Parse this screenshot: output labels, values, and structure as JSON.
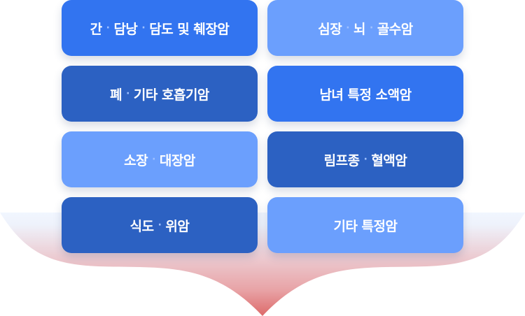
{
  "cards": [
    {
      "parts": [
        "간",
        "담낭",
        "담도 및 췌장암"
      ],
      "tone": "c-mid"
    },
    {
      "parts": [
        "심장",
        "뇌",
        "골수암"
      ],
      "tone": "c-light"
    },
    {
      "parts": [
        "폐",
        "기타 호흡기암"
      ],
      "tone": "c-dark"
    },
    {
      "parts": [
        "남녀 특정 소액암"
      ],
      "tone": "c-mid"
    },
    {
      "parts": [
        "소장",
        "대장암"
      ],
      "tone": "c-light"
    },
    {
      "parts": [
        "림프종",
        "혈액암"
      ],
      "tone": "c-dark"
    },
    {
      "parts": [
        "식도",
        "위암"
      ],
      "tone": "c-dark"
    },
    {
      "parts": [
        "기타 특정암"
      ],
      "tone": "c-light"
    }
  ],
  "separator": "·",
  "colors": {
    "card_mid": "#3274f0",
    "card_light": "#6b9ffd",
    "card_dark": "#2c61c2",
    "funnel_top": "#f1f6ff",
    "funnel_bottom": "#e07070"
  }
}
